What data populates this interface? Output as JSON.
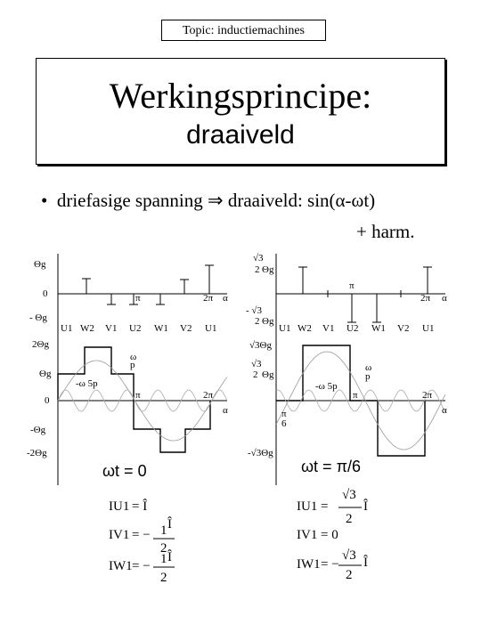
{
  "topic": "Topic: inductiemachines",
  "title_line1": "Werkingsprincipe:",
  "title_line2": "draaiveld",
  "bullet": {
    "marker": "•",
    "text": "driefasige spanning ⇒ draaiveld: sin(α-ωt)",
    "continuation": "+ harm."
  },
  "left_panel": {
    "top_plot": {
      "y_labels": [
        "Θg",
        "0",
        "- Θg"
      ],
      "x_labels": [
        "π",
        "2π",
        "α"
      ],
      "windings": [
        "U1",
        "W2",
        "V1",
        "U2",
        "W1",
        "V2",
        "U1"
      ]
    },
    "bottom_plot": {
      "y_labels": [
        "2Θg",
        "Θg",
        "0",
        "-Θg",
        "-2Θg"
      ],
      "x_labels": [
        "π",
        "2π",
        "α"
      ],
      "annotations": [
        "ω",
        "p",
        "-ω 5p"
      ]
    },
    "time_label": "ωt = 0",
    "currents": [
      "IU1",
      "= Î",
      "IV1",
      "= −",
      "1",
      "2",
      "Î",
      "IW1",
      "= −",
      "1",
      "2",
      "Î"
    ]
  },
  "right_panel": {
    "top_plot": {
      "y_labels": [
        "√3",
        "2",
        "Θg",
        "- √3",
        "2",
        "Θg"
      ],
      "x_labels": [
        "π",
        "2π",
        "α"
      ],
      "windings": [
        "U1",
        "W2",
        "V1",
        "U2",
        "W1",
        "V2",
        "U1"
      ]
    },
    "bottom_plot": {
      "y_labels": [
        "√3Θg",
        "√3",
        "2",
        "Θg",
        "π",
        "6",
        "-√3Θg"
      ],
      "x_labels": [
        "π",
        "2π",
        "α"
      ],
      "annotations": [
        "ω",
        "p",
        "-ω 5p"
      ]
    },
    "time_label": "ωt = π/6",
    "currents": [
      "IU1",
      "=",
      "√3",
      "2",
      "Î",
      "IV1",
      "= 0",
      "IW1",
      "= −",
      "√3",
      "2",
      "Î"
    ]
  }
}
